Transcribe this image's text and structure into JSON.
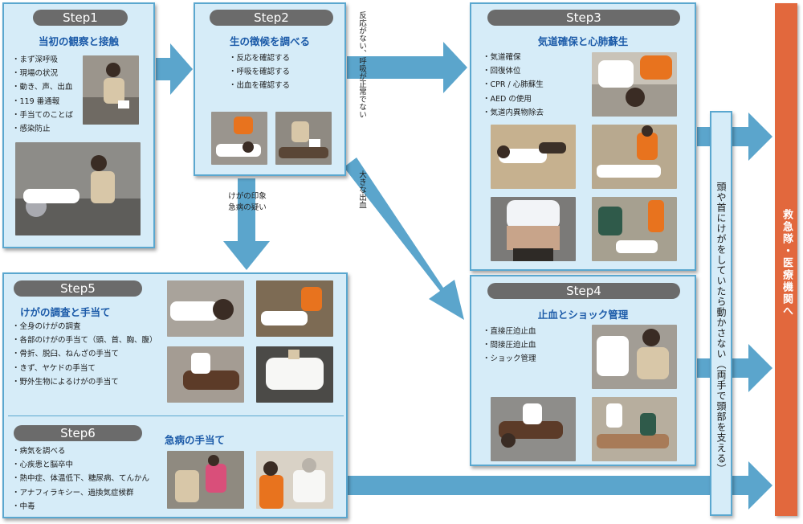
{
  "step1": {
    "label": "Step1",
    "title": "当初の観察と接触",
    "items": [
      "まず深呼吸",
      "現場の状況",
      "動き、声、出血",
      "119 番通報",
      "手当てのことば",
      "感染防止"
    ]
  },
  "step2": {
    "label": "Step2",
    "title": "生の徴候を調べる",
    "items": [
      "反応を確認する",
      "呼吸を確認する",
      "出血を確認する"
    ]
  },
  "step3": {
    "label": "Step3",
    "title": "気道確保と心肺蘇生",
    "items": [
      "気道確保",
      "回復体位",
      "CPR / 心肺蘇生",
      "AED の使用",
      "気道内異物除去"
    ]
  },
  "step4": {
    "label": "Step4",
    "title": "止血とショック管理",
    "items": [
      "直接圧迫止血",
      "間接圧迫止血",
      "ショック管理"
    ]
  },
  "step5": {
    "label": "Step5",
    "title": "けがの調査と手当て",
    "items": [
      "全身のけがの調査",
      "各部のけがの手当て（頭、首、胸、腹）",
      "骨折、脱臼、ねんざの手当て",
      "きず、ヤケドの手当て",
      "野外生物によるけがの手当て"
    ]
  },
  "step6": {
    "label": "Step6",
    "title": "急病の手当て",
    "items": [
      "病気を調べる",
      "心疾患と脳卒中",
      "熱中症、体温低下、糖尿病、てんかん",
      "アナフィラキシー、過換気症候群",
      "中毒"
    ]
  },
  "labels": {
    "no_breathing": "反応がない、呼吸が正常でない",
    "bleeding": "大きな出血",
    "injury_line1": "けがの印象",
    "injury_line2": "急病の疑い",
    "neck_injury": "頭や首にけがをしていたら動かさない（両手で頭部を支える）",
    "ems": "救急隊・医療機関へ"
  },
  "colors": {
    "box_fill": "#d6ecf8",
    "box_border": "#5aa7cf",
    "arrow": "#5ba5cc",
    "pill": "#6b6b6b",
    "title": "#1b5aa8",
    "ems_bar": "#e2683d"
  }
}
